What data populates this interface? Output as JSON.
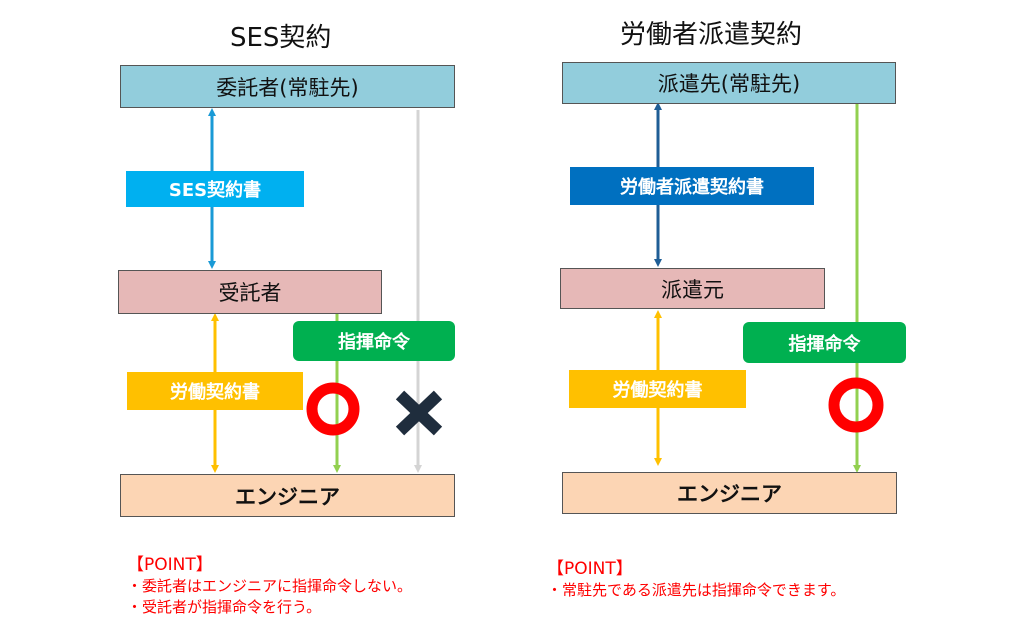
{
  "left": {
    "title": "SES契約",
    "client_box": "委託者(常駐先)",
    "vendor_box": "受託者",
    "engineer_box": "エンジニア",
    "contract_label": "SES契約書",
    "employment_label": "労働契約書",
    "command_label": "指揮命令",
    "point_header": "【POINT】",
    "point_lines": [
      "・委託者はエンジニアに指揮命令しない。",
      "・受託者が指揮命令を行う。"
    ]
  },
  "right": {
    "title": "労働者派遣契約",
    "client_box": "派遣先(常駐先)",
    "vendor_box": "派遣元",
    "engineer_box": "エンジニア",
    "contract_label": "労働者派遣契約書",
    "employment_label": "労働契約書",
    "command_label": "指揮命令",
    "point_header": "【POINT】",
    "point_lines": [
      "・常駐先である派遣先は指揮命令できます。"
    ]
  },
  "colors": {
    "client": "#92cddc",
    "vendor": "#e6b8b7",
    "engineer": "#fcd5b4",
    "ses_contract": "#00b0f0",
    "dispatch_contract": "#0070c0",
    "employment": "#ffc000",
    "command": "#00b050",
    "command_arrow": "#92d050",
    "allowed_mark": "#ff0000",
    "denied_mark": "#1f2d3d",
    "denied_arrow": "#d9d9d9",
    "point_text": "#ff0000"
  },
  "icons": {
    "allowed": "circle-ok-icon",
    "denied": "cross-x-icon"
  }
}
